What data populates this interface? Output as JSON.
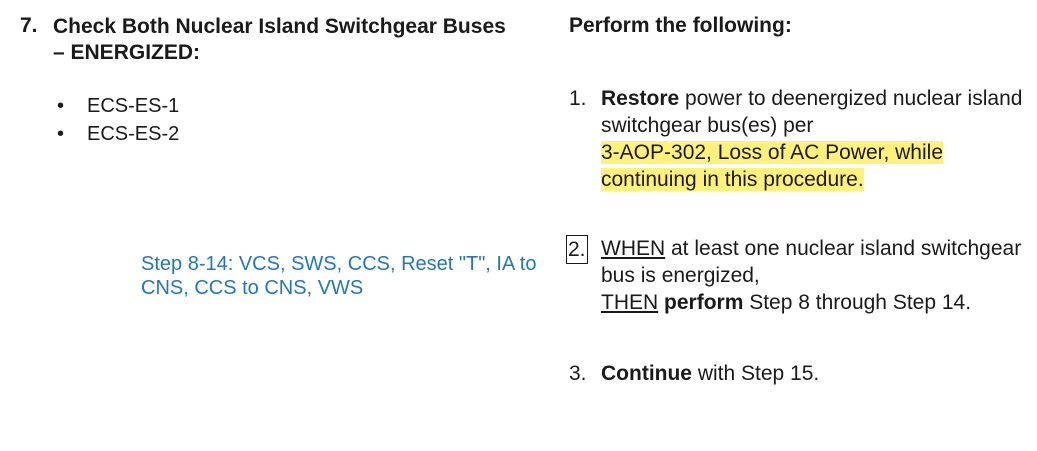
{
  "step": {
    "number": "7.",
    "title": "Check Both Nuclear Island Switchgear Buses – ENERGIZED:",
    "bullets": [
      "ECS-ES-1",
      "ECS-ES-2"
    ],
    "reference_note": "Step 8-14: VCS, SWS, CCS, Reset \"T\", IA to CNS, CCS to CNS, VWS"
  },
  "response": {
    "header": "Perform the following:",
    "substeps": [
      {
        "number": "1.",
        "action": "Restore",
        "text": " power to deenergized nuclear island switchgear bus(es) per",
        "highlighted_ref": "3-AOP-302, Loss of AC Power, while continuing in this procedure."
      },
      {
        "number": "2.",
        "when": "WHEN",
        "when_text": " at least one nuclear island switchgear bus is energized,",
        "then": "THEN",
        "then_action": "perform",
        "then_text": " Step 8 through Step 14."
      },
      {
        "number": "3.",
        "action": "Continue",
        "text": " with Step 15."
      }
    ]
  },
  "colors": {
    "note_blue": "#1f77c4",
    "highlight_yellow": "#fff17a",
    "text": "#1a1a1a"
  }
}
